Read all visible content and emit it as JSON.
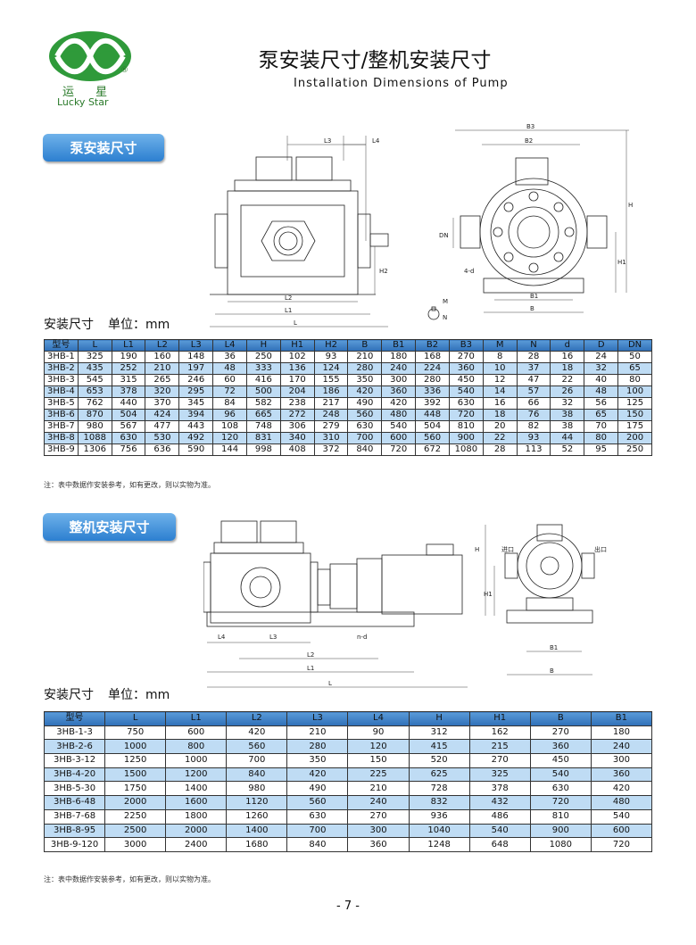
{
  "brand": {
    "name_cn": "运 星",
    "name_en": "Lucky Star",
    "registered": "®"
  },
  "header": {
    "title_cn": "泵安装尺寸/整机安装尺寸",
    "title_en": "Installation Dimensions of Pump"
  },
  "section1": {
    "tag": "泵安装尺寸",
    "unit_label": "安装尺寸",
    "unit_value": "单位：mm",
    "dims": {
      "L3": "L3",
      "L4": "L4",
      "L2": "L2",
      "L": "L",
      "L1": "L1",
      "H": "H",
      "H2": "H2",
      "H1": "H1",
      "B3": "B3",
      "B2": "B2",
      "B1": "B1",
      "B": "B",
      "DN": "DN",
      "n_d": "4-d",
      "M": "M",
      "N": "N"
    },
    "columns": [
      "型号",
      "L",
      "L1",
      "L2",
      "L3",
      "L4",
      "H",
      "H1",
      "H2",
      "B",
      "B1",
      "B2",
      "B3",
      "M",
      "N",
      "d",
      "D",
      "DN"
    ],
    "rows": [
      [
        "3HB-1",
        "325",
        "190",
        "160",
        "148",
        "36",
        "250",
        "102",
        "93",
        "210",
        "180",
        "168",
        "270",
        "8",
        "28",
        "16",
        "24",
        "50"
      ],
      [
        "3HB-2",
        "435",
        "252",
        "210",
        "197",
        "48",
        "333",
        "136",
        "124",
        "280",
        "240",
        "224",
        "360",
        "10",
        "37",
        "18",
        "32",
        "65"
      ],
      [
        "3HB-3",
        "545",
        "315",
        "265",
        "246",
        "60",
        "416",
        "170",
        "155",
        "350",
        "300",
        "280",
        "450",
        "12",
        "47",
        "22",
        "40",
        "80"
      ],
      [
        "3HB-4",
        "653",
        "378",
        "320",
        "295",
        "72",
        "500",
        "204",
        "186",
        "420",
        "360",
        "336",
        "540",
        "14",
        "57",
        "26",
        "48",
        "100"
      ],
      [
        "3HB-5",
        "762",
        "440",
        "370",
        "345",
        "84",
        "582",
        "238",
        "217",
        "490",
        "420",
        "392",
        "630",
        "16",
        "66",
        "32",
        "56",
        "125"
      ],
      [
        "3HB-6",
        "870",
        "504",
        "424",
        "394",
        "96",
        "665",
        "272",
        "248",
        "560",
        "480",
        "448",
        "720",
        "18",
        "76",
        "38",
        "65",
        "150"
      ],
      [
        "3HB-7",
        "980",
        "567",
        "477",
        "443",
        "108",
        "748",
        "306",
        "279",
        "630",
        "540",
        "504",
        "810",
        "20",
        "82",
        "38",
        "70",
        "175"
      ],
      [
        "3HB-8",
        "1088",
        "630",
        "530",
        "492",
        "120",
        "831",
        "340",
        "310",
        "700",
        "600",
        "560",
        "900",
        "22",
        "93",
        "44",
        "80",
        "200"
      ],
      [
        "3HB-9",
        "1306",
        "756",
        "636",
        "590",
        "144",
        "998",
        "408",
        "372",
        "840",
        "720",
        "672",
        "1080",
        "28",
        "113",
        "52",
        "95",
        "250"
      ]
    ],
    "note": "注：表中数据作安装参考，如有更改，则以实物为准。"
  },
  "section2": {
    "tag": "整机安装尺寸",
    "unit_label": "安装尺寸",
    "unit_value": "单位：mm",
    "dims": {
      "L4": "L4",
      "L3": "L3",
      "n_d": "n-d",
      "L2": "L2",
      "L1": "L1",
      "L": "L",
      "H": "H",
      "H1": "H1",
      "B1": "B1",
      "B": "B",
      "inlet": "进口",
      "outlet": "出口"
    },
    "columns": [
      "型号",
      "L",
      "L1",
      "L2",
      "L3",
      "L4",
      "H",
      "H1",
      "B",
      "B1"
    ],
    "rows": [
      [
        "3HB-1-3",
        "750",
        "600",
        "420",
        "210",
        "90",
        "312",
        "162",
        "270",
        "180"
      ],
      [
        "3HB-2-6",
        "1000",
        "800",
        "560",
        "280",
        "120",
        "415",
        "215",
        "360",
        "240"
      ],
      [
        "3HB-3-12",
        "1250",
        "1000",
        "700",
        "350",
        "150",
        "520",
        "270",
        "450",
        "300"
      ],
      [
        "3HB-4-20",
        "1500",
        "1200",
        "840",
        "420",
        "225",
        "625",
        "325",
        "540",
        "360"
      ],
      [
        "3HB-5-30",
        "1750",
        "1400",
        "980",
        "490",
        "210",
        "728",
        "378",
        "630",
        "420"
      ],
      [
        "3HB-6-48",
        "2000",
        "1600",
        "1120",
        "560",
        "240",
        "832",
        "432",
        "720",
        "480"
      ],
      [
        "3HB-7-68",
        "2250",
        "1800",
        "1260",
        "630",
        "270",
        "936",
        "486",
        "810",
        "540"
      ],
      [
        "3HB-8-95",
        "2500",
        "2000",
        "1400",
        "700",
        "300",
        "1040",
        "540",
        "900",
        "600"
      ],
      [
        "3HB-9-120",
        "3000",
        "2400",
        "1680",
        "840",
        "360",
        "1248",
        "648",
        "1080",
        "720"
      ]
    ],
    "note": "注：表中数据作安装参考，如有更改，则以实物为准。"
  },
  "footer": {
    "page": "- 7 -"
  },
  "colors": {
    "tag_blue": "#2c7fd0",
    "header_blue": "#3f82c8",
    "row_highlight": "#bfdcf4",
    "logo_green": "#2f9a3a"
  }
}
